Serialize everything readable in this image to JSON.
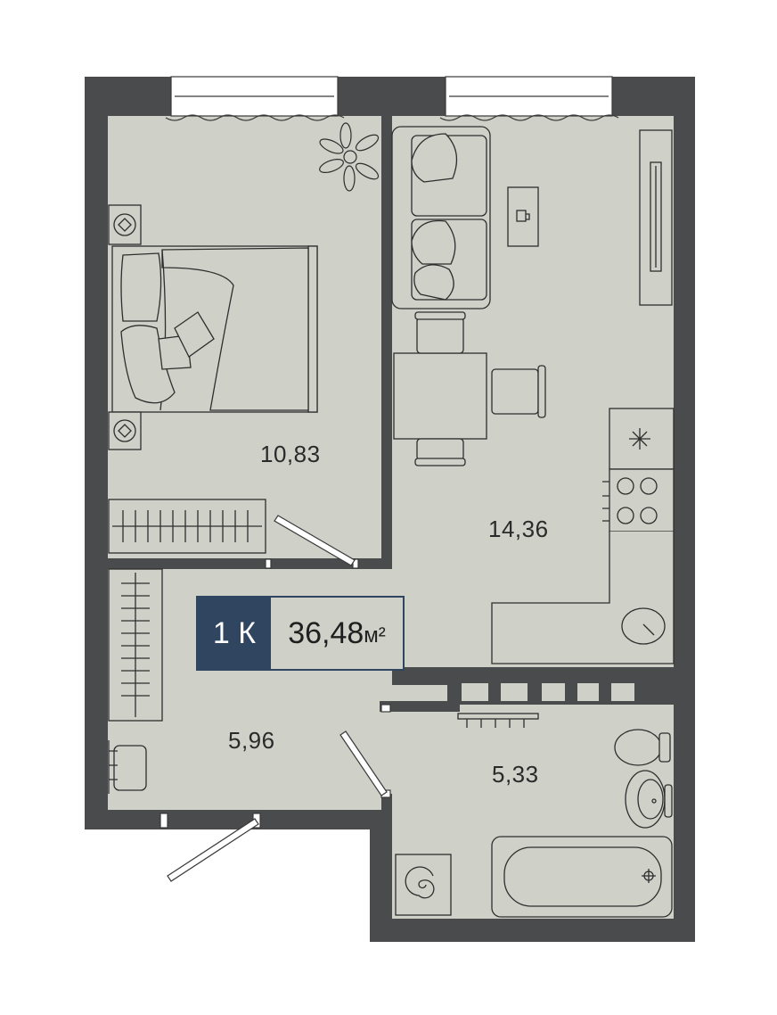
{
  "apartment": {
    "rooms_label": "1 К",
    "total_area": "36,48",
    "area_unit": "м²"
  },
  "rooms": [
    {
      "name": "bedroom",
      "area": "10,83"
    },
    {
      "name": "living-kitchen",
      "area": "14,36"
    },
    {
      "name": "hallway",
      "area": "5,96"
    },
    {
      "name": "bathroom",
      "area": "5,33"
    }
  ],
  "colors": {
    "wall": "#4a4b4d",
    "floor": "#cfd0c8",
    "line": "#3a3a3a",
    "badge": "#2f4560"
  }
}
